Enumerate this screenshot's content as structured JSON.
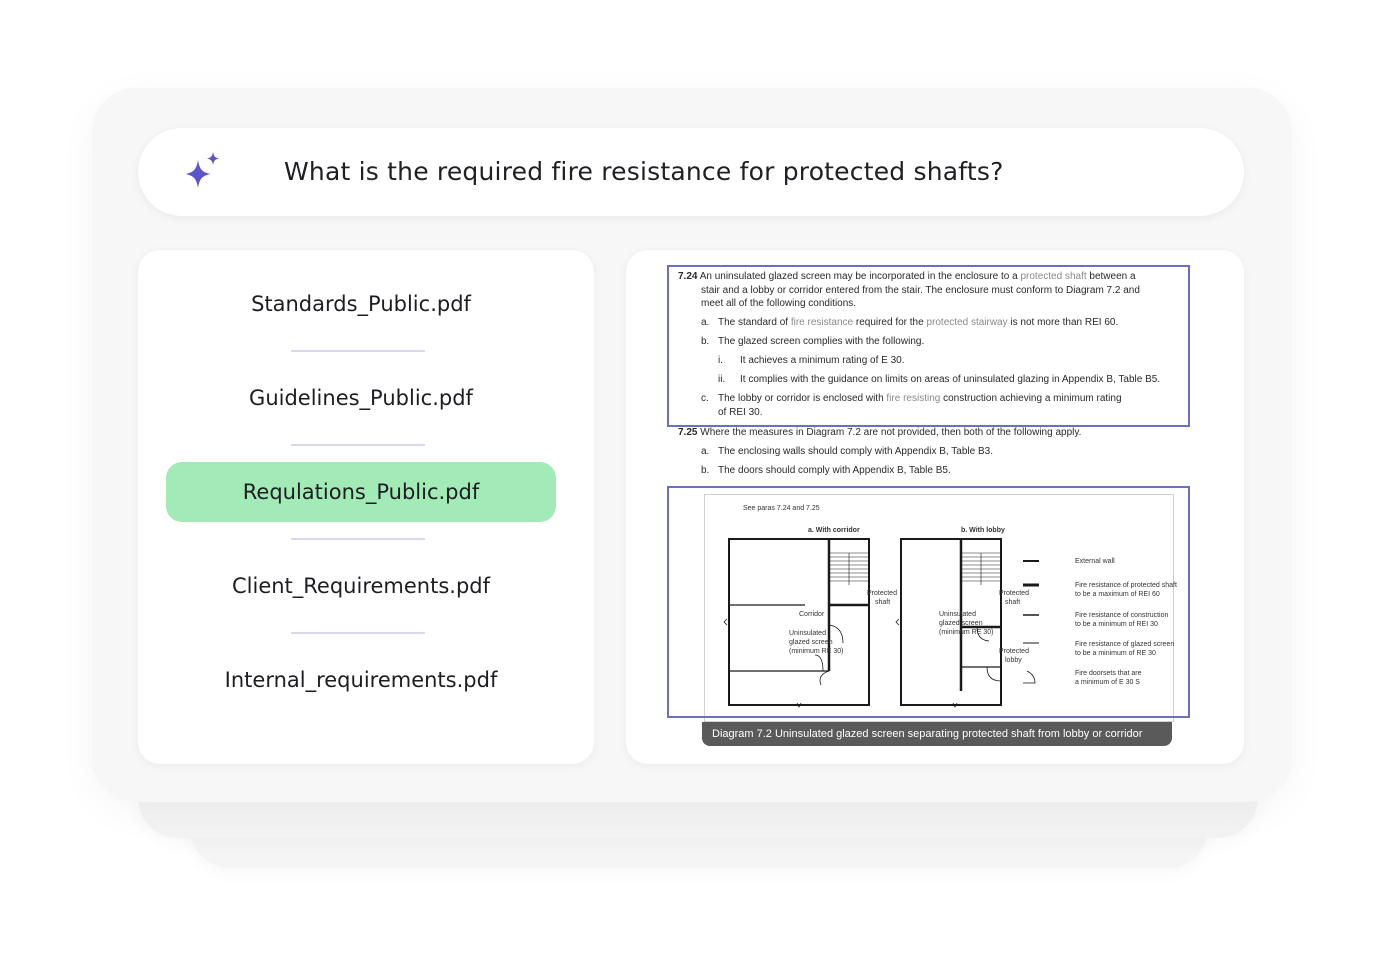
{
  "query": {
    "icon": "sparkle-icon",
    "icon_color": "#5b55c8",
    "text": "What is the required fire resistance for protected shafts?"
  },
  "files": {
    "active_color": "#a2eab6",
    "items": [
      {
        "label": "Standards_Public.pdf",
        "active": false
      },
      {
        "label": "Guidelines_Public.pdf",
        "active": false
      },
      {
        "label": "Requlations_Public.pdf",
        "active": true
      },
      {
        "label": "Client_Requirements.pdf",
        "active": false
      },
      {
        "label": "Internal_requirements.pdf",
        "active": false
      }
    ]
  },
  "document": {
    "highlight_color": "#6e6ec0",
    "p724": {
      "num": "7.24",
      "text_a": "An uninsulated glazed screen may be incorporated in the enclosure to a",
      "term_a": "protected shaft",
      "text_b": "between a",
      "line2": "stair and a lobby or corridor entered from the stair. The enclosure must conform to Diagram 7.2 and",
      "line3": "meet all of the following conditions.",
      "a_mark": "a.",
      "a_t1": "The standard of",
      "a_term1": "fire resistance",
      "a_t2": "required for the",
      "a_term2": "protected stairway",
      "a_t3": "is not more than REI 60.",
      "b_mark": "b.",
      "b_text": "The glazed screen complies with the following.",
      "i_mark": "i.",
      "i_text": "It achieves a minimum rating of E 30.",
      "ii_mark": "ii.",
      "ii_text": "It complies with the guidance on limits on areas of uninsulated glazing in Appendix B, Table B5.",
      "c_mark": "c.",
      "c_t1": "The lobby or corridor is enclosed with",
      "c_term": "fire resisting",
      "c_t2": "construction achieving a minimum rating",
      "c_line2": "of REI 30."
    },
    "p725": {
      "num": "7.25",
      "text": "Where the measures in Diagram 7.2 are not provided, then both of the following apply.",
      "a_mark": "a.",
      "a_text": "The enclosing walls should comply with Appendix B, Table B3.",
      "b_mark": "b.",
      "b_text": "The doors should comply with Appendix B, Table B5."
    },
    "diagram": {
      "see": "See paras 7.24 and 7.25",
      "title_a": "a. With corridor",
      "title_b": "b. With lobby",
      "a_protected_1": "Protected",
      "a_protected_2": "shaft",
      "a_corridor": "Corridor",
      "a_glazed_1": "Uninsulated",
      "a_glazed_2": "glazed screen",
      "a_glazed_3": "(minimum RE 30)",
      "b_protected_1": "Protected",
      "b_protected_2": "shaft",
      "b_glazed_1": "Uninsulated",
      "b_glazed_2": "glazed screen",
      "b_glazed_3": "(minimum RE 30)",
      "b_lobby_1": "Protected",
      "b_lobby_2": "lobby",
      "legend": [
        {
          "l1": "External wall",
          "l2": ""
        },
        {
          "l1": "Fire resistance of protected shaft",
          "l2": "to be a maximum of REI 60"
        },
        {
          "l1": "Fire resistance of construction",
          "l2": "to be a minimum of REI 30"
        },
        {
          "l1": "Fire resistance of glazed screen",
          "l2": "to be a minimum of RE 30"
        },
        {
          "l1": "Fire doorsets that are",
          "l2": "a minimum of E 30 S"
        }
      ]
    },
    "caption": "Diagram 7.2    Uninsulated glazed screen separating protected shaft from lobby or corridor"
  }
}
